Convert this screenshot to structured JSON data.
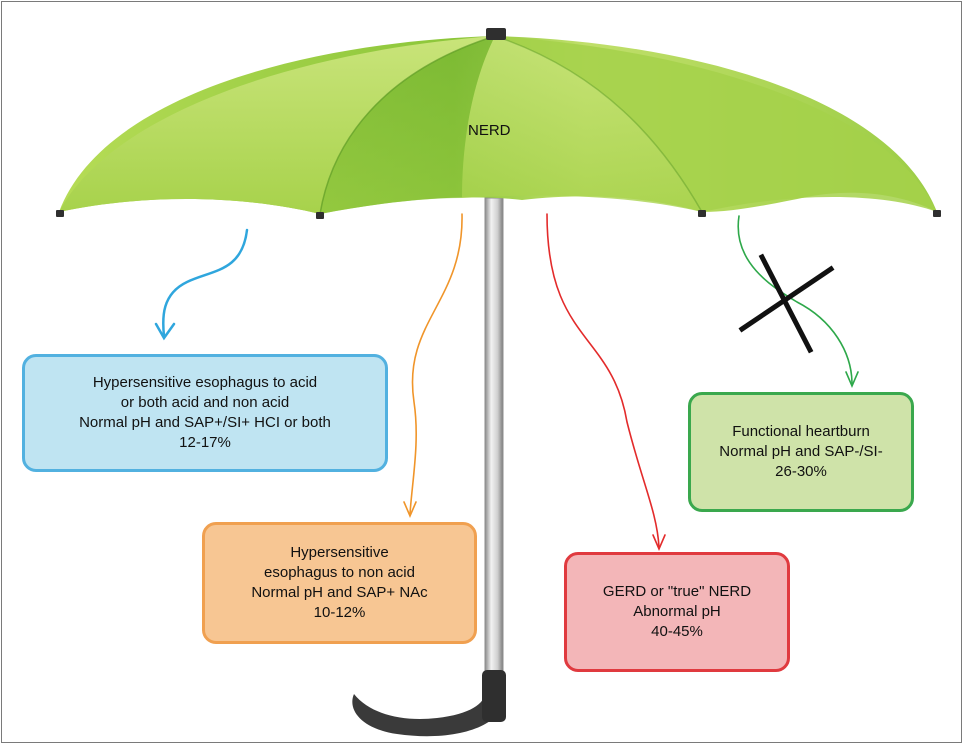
{
  "umbrella": {
    "label": "NERD"
  },
  "categories": [
    {
      "id": "acid",
      "lines": [
        "Hypersensitive esophagus to acid",
        "or both acid and non acid",
        "Normal pH and SAP+/SI+ HCI or both",
        "12-17%"
      ],
      "fill": "#bfe4f2",
      "border": "#4fb0e0",
      "arrow": "#2fa6dd"
    },
    {
      "id": "nonacid",
      "lines": [
        "Hypersensitive",
        "esophagus to non acid",
        "Normal pH and SAP+ NAc",
        "10-12%"
      ],
      "fill": "#f7c693",
      "border": "#f0a050",
      "arrow": "#f0952a"
    },
    {
      "id": "gerd",
      "lines": [
        "GERD or \"true\" NERD",
        "Abnormal pH",
        "40-45%"
      ],
      "fill": "#f3b6b8",
      "border": "#e03a3f",
      "arrow": "#e32b2b"
    },
    {
      "id": "functional",
      "lines": [
        "Functional heartburn",
        "Normal pH and SAP-/SI-",
        "26-30%"
      ],
      "fill": "#cfe3a9",
      "border": "#3aa84d",
      "arrow": "#2ea84a"
    }
  ],
  "colors": {
    "canopy_light": "#b9dc57",
    "canopy_mid": "#93c83b",
    "canopy_dark": "#6cab2c",
    "shaft": "#b8b8b8",
    "handle": "#3a3a3a",
    "cross": "#111111"
  }
}
